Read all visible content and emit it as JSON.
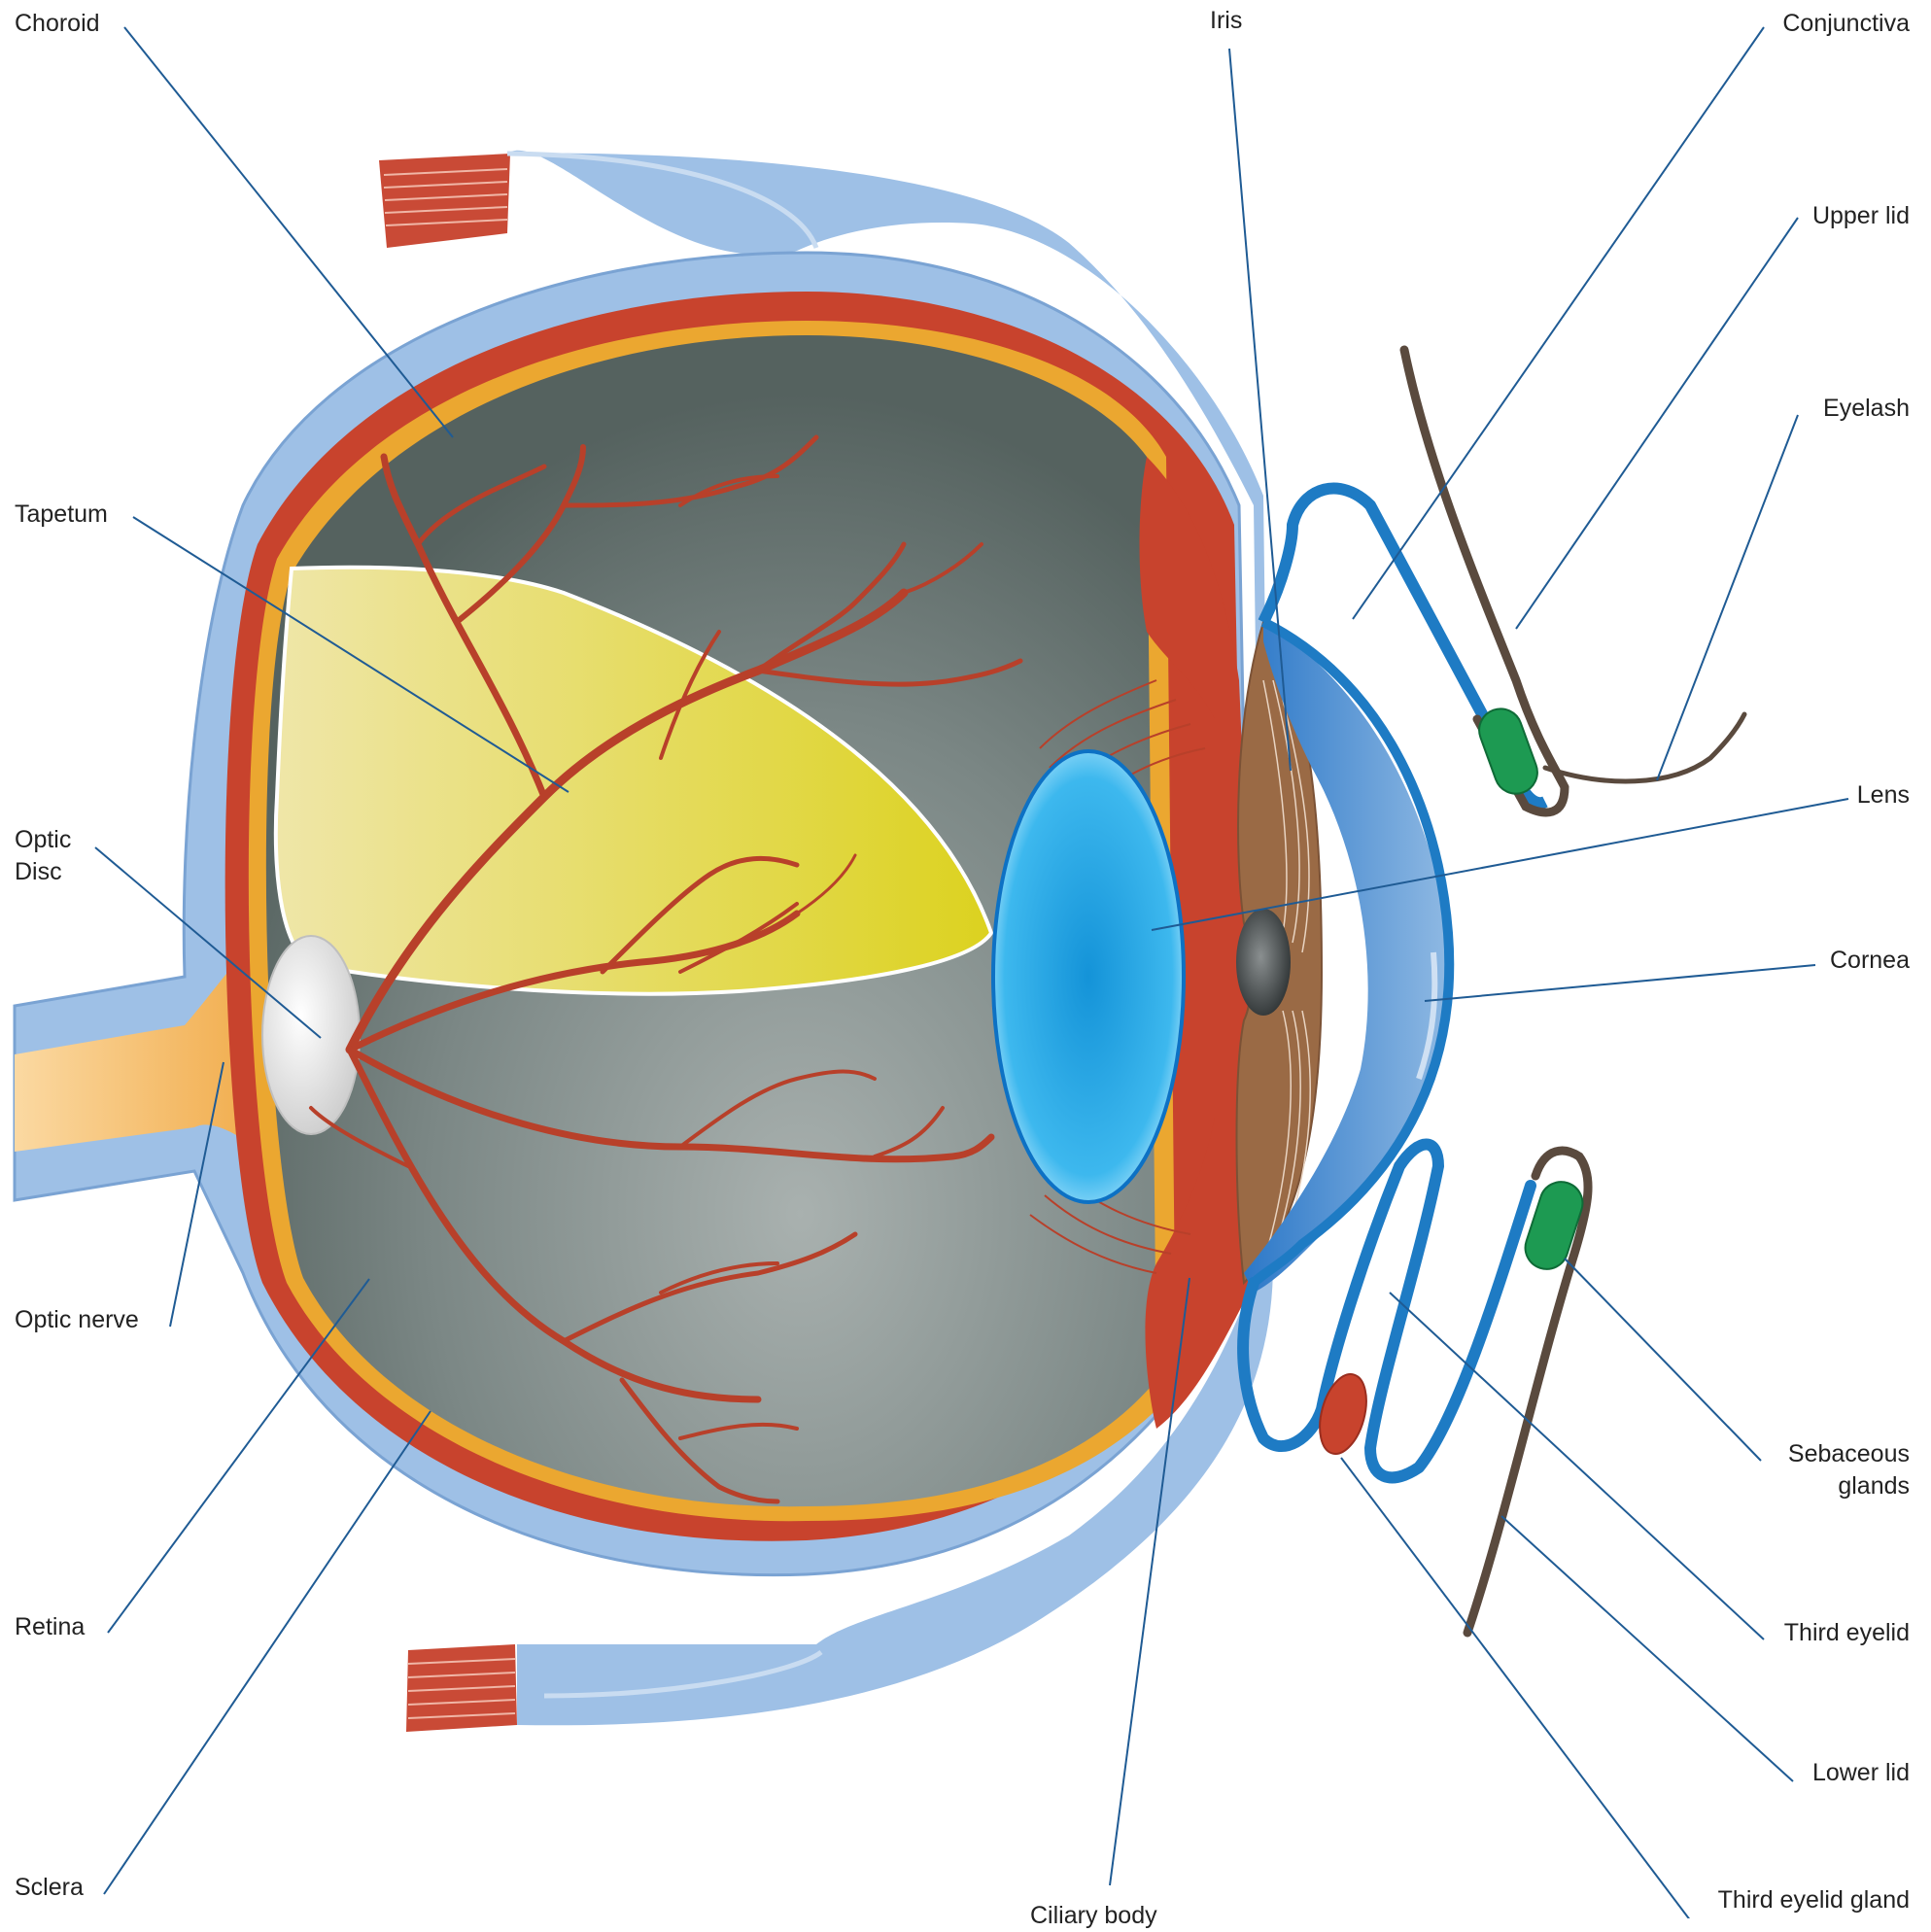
{
  "labels": {
    "choroid": "Choroid",
    "tapetum": "Tapetum",
    "optic_disc": [
      "Optic",
      "Disc"
    ],
    "optic_nerve": "Optic nerve",
    "retina": "Retina",
    "sclera": "Sclera",
    "ciliary_body": "Ciliary body",
    "iris": "Iris",
    "conjunctiva": "Conjunctiva",
    "upper_lid": "Upper lid",
    "eyelash": "Eyelash",
    "lens": "Lens",
    "cornea": "Cornea",
    "sebaceous_glands": [
      "Sebaceous",
      "glands"
    ],
    "third_eyelid": "Third eyelid",
    "lower_lid": "Lower lid",
    "third_eyelid_gland": "Third eyelid gland"
  },
  "colors": {
    "sclera": "#9ec0e6",
    "choroid": "#c8432d",
    "retina": "#eba730",
    "vitreous": "#6d7a78",
    "tapetum": "#d8d02a",
    "lens": "#1aa6e6",
    "iris": "#9a6a45",
    "cornea": "#3a86d0",
    "lid_outline": "#1e7bc4",
    "gland": "#1d9a52",
    "eyelash": "#5a4a3e",
    "optic_nerve": "#f2b55a",
    "leader": "#1f5b94"
  }
}
